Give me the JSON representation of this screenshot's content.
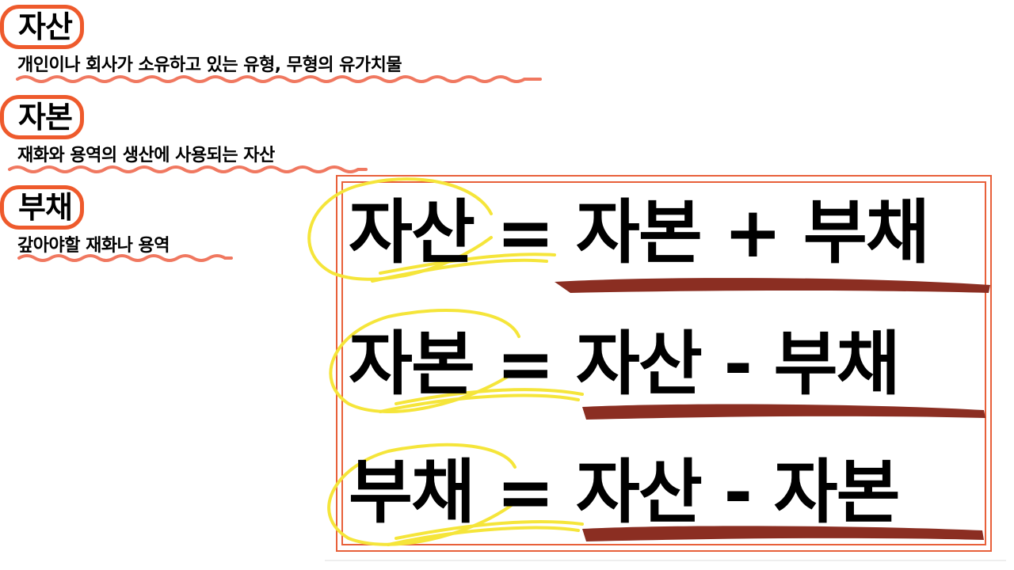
{
  "terms": [
    {
      "term": "자산",
      "definition": "개인이나 회사가 소유하고 있는 유형, 무형의 유가치물"
    },
    {
      "term": "자본",
      "definition": "재화와 용역의 생산에 사용되는 자산"
    },
    {
      "term": "부채",
      "definition": "갚아야할 재화나 용역"
    }
  ],
  "equations": [
    {
      "text": "자산 = 자본 + 부채"
    },
    {
      "text": "자본 = 자산 - 부채"
    },
    {
      "text": "부채 = 자산 - 자본"
    }
  ],
  "colors": {
    "accent": "#ee5a2c",
    "wavy": "#f07860",
    "highlight": "#f5e53a",
    "underline": "#8b2e22",
    "frame": "#e8603a"
  }
}
